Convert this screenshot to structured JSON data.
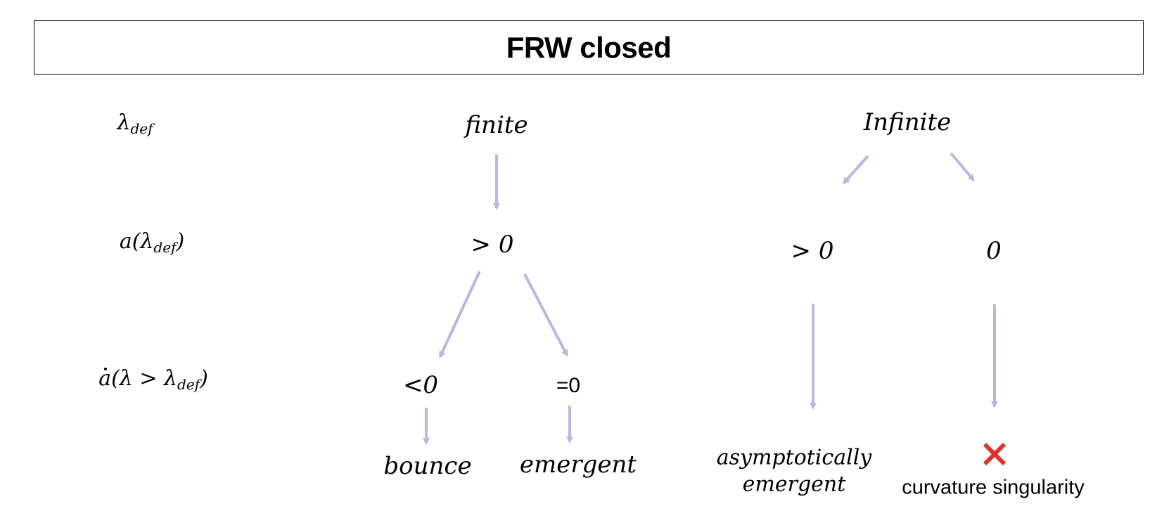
{
  "title": "FRW closed",
  "rows": {
    "lambda_def": {
      "base": "λ",
      "sub": "def"
    },
    "a_of_lambda": {
      "pre": "a(λ",
      "sub": "def",
      "post": ")"
    },
    "adot": {
      "a": "a",
      "mid": "(λ > λ",
      "sub": "def",
      "post": ")"
    }
  },
  "nodes": {
    "finite": "finite",
    "infinite": "Infinite",
    "finite_gt0": "> 0",
    "infinite_gt0": "> 0",
    "infinite_zero": "0",
    "lt0": "<0",
    "eq0": "=0"
  },
  "outcomes": {
    "bounce": "bounce",
    "emergent": "emergent",
    "asymptotic_line1": "asymptotically",
    "asymptotic_line2": "emergent",
    "curvature_singularity": "curvature singularity"
  },
  "colors": {
    "arrow": "#b9b6e0",
    "cross": "#e0322b",
    "text": "#000000",
    "border": "#000000"
  },
  "icons": {
    "cross": "cross-icon"
  }
}
